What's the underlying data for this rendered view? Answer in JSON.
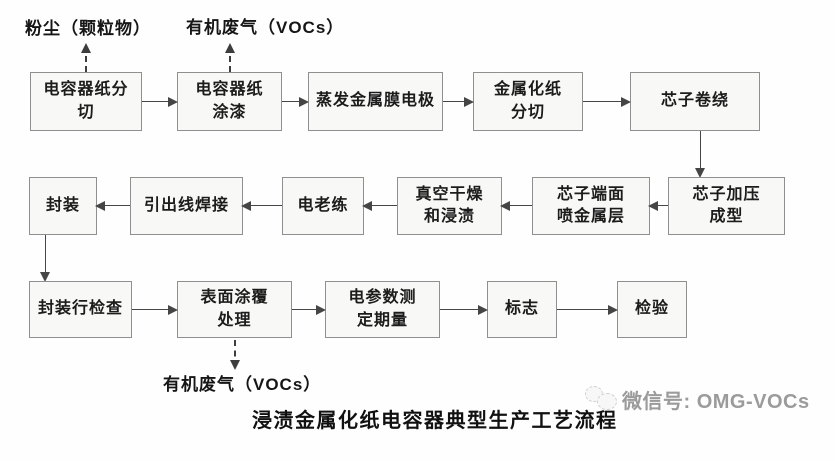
{
  "flowchart": {
    "title": "浸渍金属化纸电容器典型生产工艺流程",
    "watermark": {
      "label": "微信号: OMG-VOCs",
      "icon": "wechat-logo",
      "color": "#9b9b9b"
    },
    "colors": {
      "background": "#fefefe",
      "node_fill": "#f8f8f7",
      "node_border": "#8f8f8f",
      "node_text": "#1c1c1c",
      "arrow": "#454545"
    },
    "nodes": [
      {
        "id": "paper-slitting",
        "label": "电容器纸分\n切"
      },
      {
        "id": "paper-coating",
        "label": "电容器纸\n涂漆"
      },
      {
        "id": "evaporate-metal-electrode",
        "label": "蒸发金属膜电极"
      },
      {
        "id": "metallized-paper-slitting",
        "label": "金属化纸\n分切"
      },
      {
        "id": "core-winding",
        "label": "芯子卷绕"
      },
      {
        "id": "encapsulation",
        "label": "封装"
      },
      {
        "id": "lead-wire-welding",
        "label": "引出线焊接"
      },
      {
        "id": "electrical-aging",
        "label": "电老练"
      },
      {
        "id": "vacuum-drying-impregnation",
        "label": "真空干燥\n和浸渍"
      },
      {
        "id": "core-end-metal-spray",
        "label": "芯子端面\n喷金属层"
      },
      {
        "id": "core-press-forming",
        "label": "芯子加压\n成型"
      },
      {
        "id": "encapsulation-inspection",
        "label": "封装行检查"
      },
      {
        "id": "surface-coating-treatment",
        "label": "表面涂覆\n处理"
      },
      {
        "id": "parameter-measurement",
        "label": "电参数测\n定期量"
      },
      {
        "id": "marking",
        "label": "标志"
      },
      {
        "id": "final-inspection",
        "label": "检验"
      }
    ],
    "edges": [
      {
        "from": "电容器纸分切",
        "to": "电容器纸涂漆"
      },
      {
        "from": "电容器纸涂漆",
        "to": "蒸发金属膜电极"
      },
      {
        "from": "蒸发金属膜电极",
        "to": "金属化纸分切"
      },
      {
        "from": "金属化纸分切",
        "to": "芯子卷绕"
      },
      {
        "from": "芯子卷绕",
        "to": "芯子加压成型"
      },
      {
        "from": "芯子加压成型",
        "to": "芯子端面喷金属层"
      },
      {
        "from": "芯子端面喷金属层",
        "to": "真空干燥和浸渍"
      },
      {
        "from": "真空干燥和浸渍",
        "to": "电老练"
      },
      {
        "from": "电老练",
        "to": "引出线焊接"
      },
      {
        "from": "引出线焊接",
        "to": "封装"
      },
      {
        "from": "封装",
        "to": "封装行检查"
      },
      {
        "from": "封装行检查",
        "to": "表面涂覆处理"
      },
      {
        "from": "表面涂覆处理",
        "to": "电参数测定期量"
      },
      {
        "from": "电参数测定期量",
        "to": "标志"
      },
      {
        "from": "标志",
        "to": "检验"
      }
    ],
    "emissions": [
      {
        "source": "电容器纸分切",
        "label": "粉尘（颗粒物）",
        "direction": "up",
        "style": "dashed"
      },
      {
        "source": "电容器纸涂漆",
        "label": "有机废气（VOCs）",
        "direction": "up",
        "style": "dashed"
      },
      {
        "source": "表面涂覆处理",
        "label": "有机废气（VOCs）",
        "direction": "down",
        "style": "dashed"
      }
    ]
  }
}
